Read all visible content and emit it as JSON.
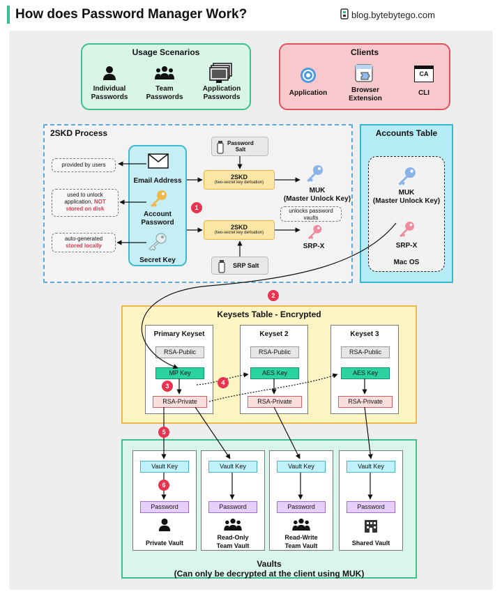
{
  "header": {
    "title": "How does Password Manager Work?",
    "brand": "blog.bytebytego.com"
  },
  "usage": {
    "title": "Usage Scenarios",
    "items": [
      {
        "label": "Individual\nPasswords",
        "icon": "person-icon"
      },
      {
        "label": "Team\nPasswords",
        "icon": "team-icon"
      },
      {
        "label": "Application\nPasswords",
        "icon": "monitor-icon"
      }
    ]
  },
  "clients": {
    "title": "Clients",
    "items": [
      {
        "label": "Application",
        "icon": "application-icon"
      },
      {
        "label": "Browser\nExtension",
        "icon": "browser-extension-icon"
      },
      {
        "label": "CLI",
        "icon": "cli-icon"
      }
    ],
    "cli_glyph": "CA"
  },
  "skd": {
    "title": "2SKD Process",
    "notes": {
      "users": "provided by users",
      "unlock_a": "used to unlock",
      "unlock_b": "application, ",
      "unlock_not": "NOT",
      "unlock_c": "stored on disk",
      "auto_a": "auto-generated",
      "auto_b": "stored locally"
    },
    "creds": {
      "email": "Email Address",
      "account_password": "Account\nPassword",
      "secret_key": "Secret Key"
    },
    "password_salt": "Password\nSalt",
    "srp_salt": "SRP Salt",
    "box_title": "2SKD",
    "box_sub": "(two-secret key derivation)",
    "muk": "MUK\n(Master Unlock Key)",
    "muk_note": "unlocks password\nvaults",
    "srpx": "SRP-X"
  },
  "accounts": {
    "title": "Accounts Table",
    "muk": "MUK\n(Master Unlock Key)",
    "srpx": "SRP-X",
    "os": "Mac OS"
  },
  "keysets": {
    "title": "Keysets Table - Encrypted",
    "sets": [
      {
        "name": "Primary Keyset",
        "public": "RSA-Public",
        "key": "MP Key",
        "private": "RSA-Private"
      },
      {
        "name": "Keyset 2",
        "public": "RSA-Public",
        "key": "AES Key",
        "private": "RSA-Private"
      },
      {
        "name": "Keyset 3",
        "public": "RSA-Public",
        "key": "AES Key",
        "private": "RSA-Private"
      }
    ]
  },
  "vaults": {
    "title": "Vaults\n(Can only be decrypted at the client using MUK)",
    "items": [
      {
        "key": "Vault Key",
        "password": "Password",
        "name": "Private Vault",
        "icon": "person-icon"
      },
      {
        "key": "Vault Key",
        "password": "Password",
        "name": "Read-Only\nTeam Vault",
        "icon": "team-icon"
      },
      {
        "key": "Vault Key",
        "password": "Password",
        "name": "Read-Write\nTeam Vault",
        "icon": "team-icon"
      },
      {
        "key": "Vault Key",
        "password": "Password",
        "name": "Shared Vault",
        "icon": "shared-building-icon"
      }
    ]
  },
  "steps": [
    "1",
    "2",
    "3",
    "4",
    "5",
    "6"
  ],
  "colors": {
    "green": "#3cc08d",
    "red": "#e8344e",
    "blue": "#42b8d0",
    "yellow": "#f0b84a",
    "purple": "#9e6dd6"
  }
}
